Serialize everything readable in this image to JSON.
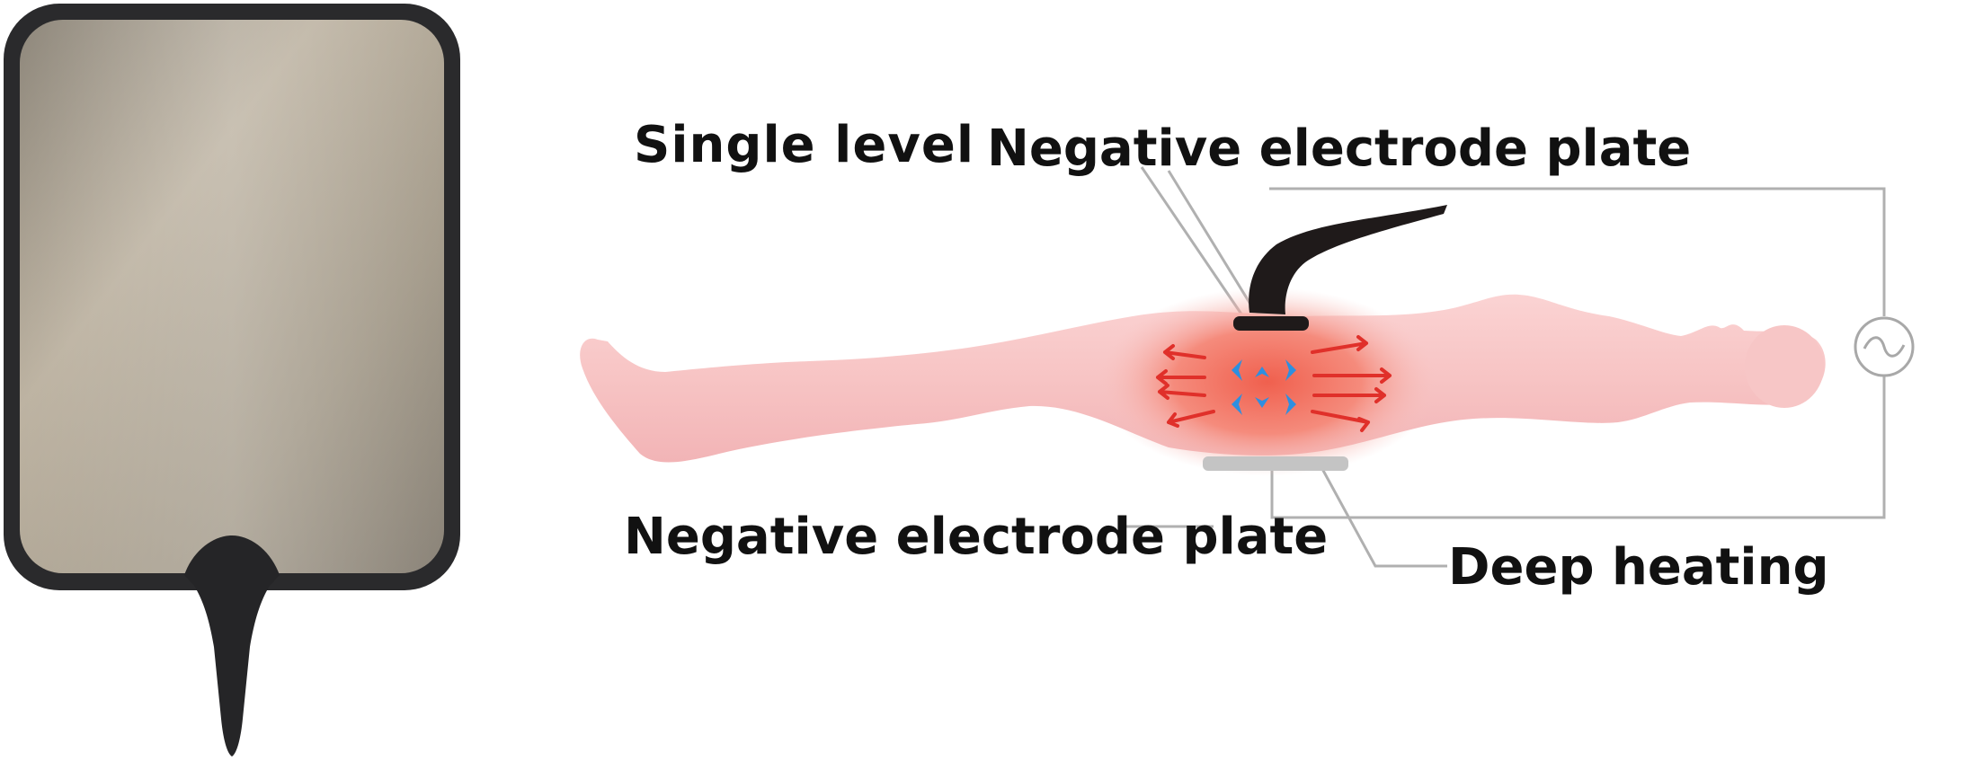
{
  "labels": {
    "single_level": "Single level",
    "negative_electrode_top": "Negative electrode plate",
    "negative_electrode_bottom": "Negative electrode plate",
    "deep_heating": "Deep heating"
  },
  "colors": {
    "plate_border": "#2a2a2c",
    "plate_metal_light": "#b4aa98",
    "plate_metal_dark": "#7e776c",
    "body_pink": "#f8c9c9",
    "heat_core": "#f26a5a",
    "arrow_red": "#e0302a",
    "arrow_blue": "#2e8fe0",
    "wire_gray": "#b0b0b0",
    "handpiece": "#1f1a1a"
  },
  "icons": {
    "ac_source": "ac-source-icon"
  }
}
